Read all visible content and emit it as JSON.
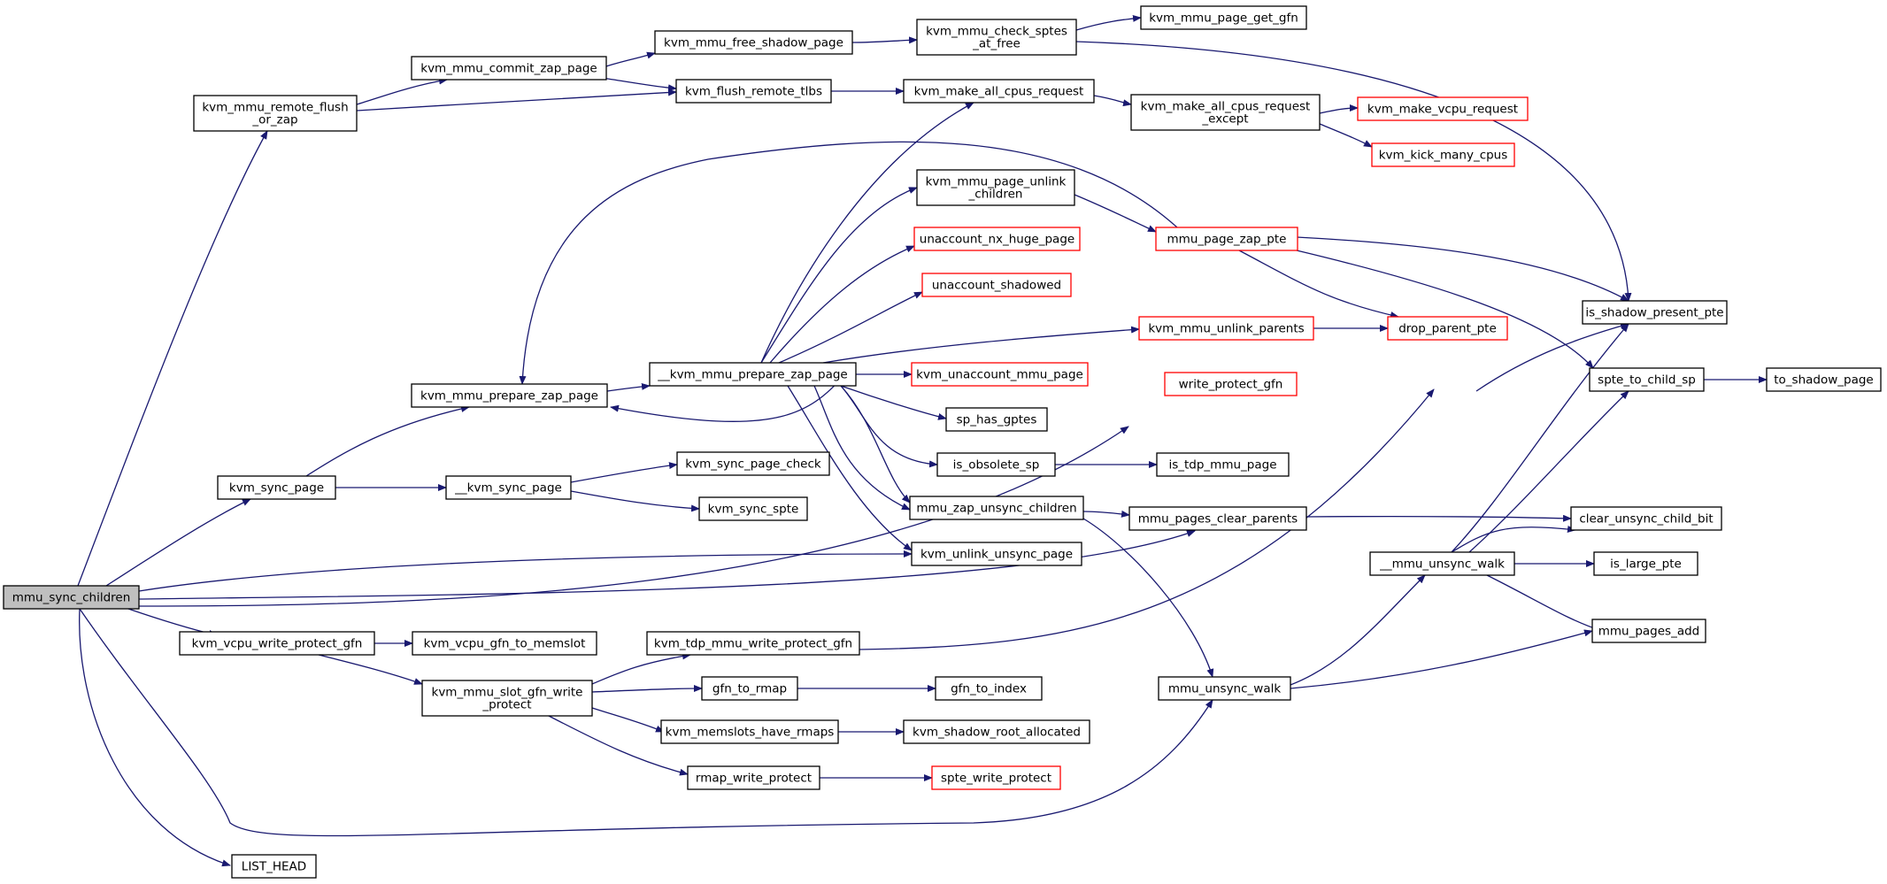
{
  "colors": {
    "edge": "#191970",
    "node_border": "#000000",
    "node_border_incomplete": "#ff0000",
    "root_fill": "#bfbfbf"
  },
  "nodes": {
    "mmu_sync_children": [
      "mmu_sync_children"
    ],
    "kvm_mmu_remote_flush_or_zap": [
      "kvm_mmu_remote_flush",
      "_or_zap"
    ],
    "kvm_mmu_commit_zap_page": [
      "kvm_mmu_commit_zap_page"
    ],
    "kvm_mmu_free_shadow_page": [
      "kvm_mmu_free_shadow_page"
    ],
    "kvm_mmu_check_sptes_at_free": [
      "kvm_mmu_check_sptes",
      "_at_free"
    ],
    "kvm_mmu_page_get_gfn": [
      "kvm_mmu_page_get_gfn"
    ],
    "kvm_flush_remote_tlbs": [
      "kvm_flush_remote_tlbs"
    ],
    "kvm_make_all_cpus_request": [
      "kvm_make_all_cpus_request"
    ],
    "kvm_make_all_cpus_request_except": [
      "kvm_make_all_cpus_request",
      "_except"
    ],
    "kvm_make_vcpu_request": [
      "kvm_make_vcpu_request"
    ],
    "kvm_kick_many_cpus": [
      "kvm_kick_many_cpus"
    ],
    "kvm_mmu_page_unlink_children": [
      "kvm_mmu_page_unlink",
      "_children"
    ],
    "unaccount_nx_huge_page": [
      "unaccount_nx_huge_page"
    ],
    "mmu_page_zap_pte": [
      "mmu_page_zap_pte"
    ],
    "unaccount_shadowed": [
      "unaccount_shadowed"
    ],
    "kvm_mmu_unlink_parents": [
      "kvm_mmu_unlink_parents"
    ],
    "drop_parent_pte": [
      "drop_parent_pte"
    ],
    "is_shadow_present_pte": [
      "is_shadow_present_pte"
    ],
    "kvm_mmu_prepare_zap_page": [
      "kvm_mmu_prepare_zap_page"
    ],
    "__kvm_mmu_prepare_zap_page": [
      "__kvm_mmu_prepare_zap_page"
    ],
    "kvm_unaccount_mmu_page": [
      "kvm_unaccount_mmu_page"
    ],
    "write_protect_gfn": [
      "write_protect_gfn"
    ],
    "spte_to_child_sp": [
      "spte_to_child_sp"
    ],
    "to_shadow_page": [
      "to_shadow_page"
    ],
    "sp_has_gptes": [
      "sp_has_gptes"
    ],
    "is_obsolete_sp": [
      "is_obsolete_sp"
    ],
    "is_tdp_mmu_page": [
      "is_tdp_mmu_page"
    ],
    "kvm_sync_page": [
      "kvm_sync_page"
    ],
    "__kvm_sync_page": [
      "__kvm_sync_page"
    ],
    "kvm_sync_page_check": [
      "kvm_sync_page_check"
    ],
    "kvm_sync_spte": [
      "kvm_sync_spte"
    ],
    "mmu_zap_unsync_children": [
      "mmu_zap_unsync_children"
    ],
    "mmu_pages_clear_parents": [
      "mmu_pages_clear_parents"
    ],
    "clear_unsync_child_bit": [
      "clear_unsync_child_bit"
    ],
    "kvm_unlink_unsync_page": [
      "kvm_unlink_unsync_page"
    ],
    "__mmu_unsync_walk": [
      "__mmu_unsync_walk"
    ],
    "is_large_pte": [
      "is_large_pte"
    ],
    "mmu_pages_add": [
      "mmu_pages_add"
    ],
    "kvm_vcpu_write_protect_gfn": [
      "kvm_vcpu_write_protect_gfn"
    ],
    "kvm_vcpu_gfn_to_memslot": [
      "kvm_vcpu_gfn_to_memslot"
    ],
    "kvm_tdp_mmu_write_protect_gfn": [
      "kvm_tdp_mmu_write_protect_gfn"
    ],
    "kvm_mmu_slot_gfn_write_protect": [
      "kvm_mmu_slot_gfn_write",
      "_protect"
    ],
    "gfn_to_rmap": [
      "gfn_to_rmap"
    ],
    "gfn_to_index": [
      "gfn_to_index"
    ],
    "mmu_unsync_walk": [
      "mmu_unsync_walk"
    ],
    "kvm_memslots_have_rmaps": [
      "kvm_memslots_have_rmaps"
    ],
    "kvm_shadow_root_allocated": [
      "kvm_shadow_root_allocated"
    ],
    "rmap_write_protect": [
      "rmap_write_protect"
    ],
    "spte_write_protect": [
      "spte_write_protect"
    ],
    "LIST_HEAD": [
      "LIST_HEAD"
    ]
  }
}
